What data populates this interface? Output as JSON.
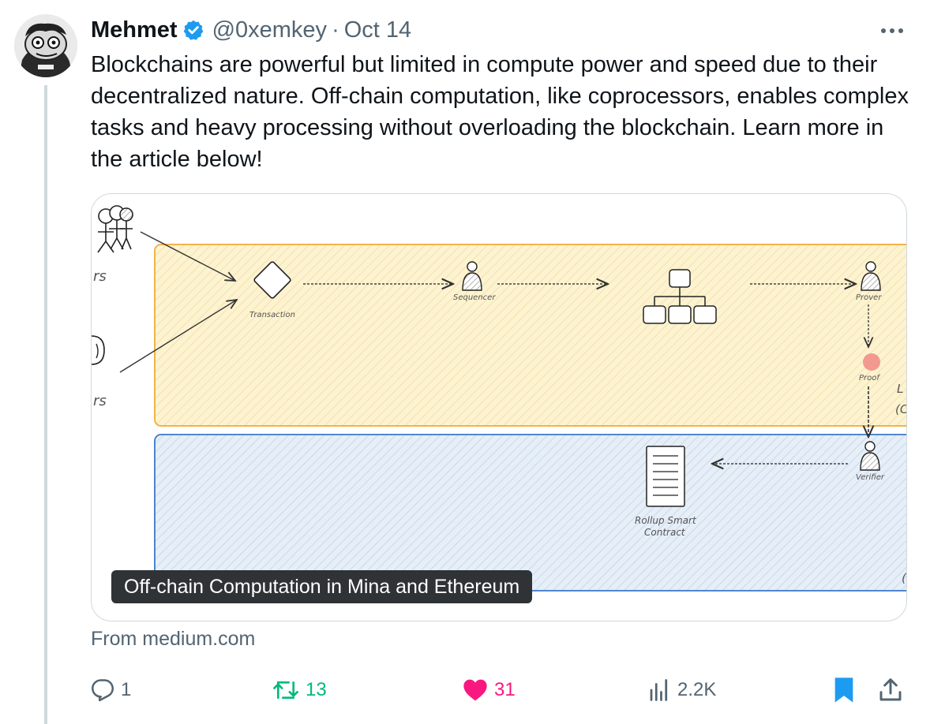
{
  "tweet": {
    "author_name": "Mehmet",
    "handle": "@0xemkey",
    "separator": "·",
    "date": "Oct 14",
    "text": "Blockchains are powerful but limited in compute power and speed due to their decentralized nature. Off-chain computation, like coprocessors, enables complex tasks and heavy processing without overloading the blockchain. Learn more in the article below!"
  },
  "card": {
    "caption": "Off-chain Computation in Mina and Ethereum",
    "source": "From medium.com",
    "diagram_labels": {
      "users_top": "rs",
      "users_bottom": "rs",
      "transaction": "Transaction",
      "sequencer": "Sequencer",
      "prover": "Prover",
      "proof": "Proof",
      "verifier": "Verifier",
      "rollup_line1": "Rollup Smart",
      "rollup_line2": "Contract",
      "layer_edge1": "L",
      "layer_edge2": "(C",
      "lower_edge": "(("
    },
    "colors": {
      "l2_fill": "#fdf3d1",
      "l2_border": "#f2b34a",
      "l1_fill": "#dfeaf5",
      "l1_border": "#3b78c4",
      "proof_dot": "#f08a84"
    }
  },
  "actions": {
    "replies": "1",
    "retweets": "13",
    "likes": "31",
    "views": "2.2K"
  },
  "colors": {
    "verified_blue": "#1d9bf0",
    "retweet_green": "#00ba7c",
    "like_pink": "#f91880",
    "secondary_text": "#536471"
  },
  "icons": [
    "avatar",
    "verified-badge-icon",
    "more-icon",
    "reply-icon",
    "retweet-icon",
    "heart-icon",
    "views-icon",
    "bookmark-icon",
    "share-icon"
  ]
}
